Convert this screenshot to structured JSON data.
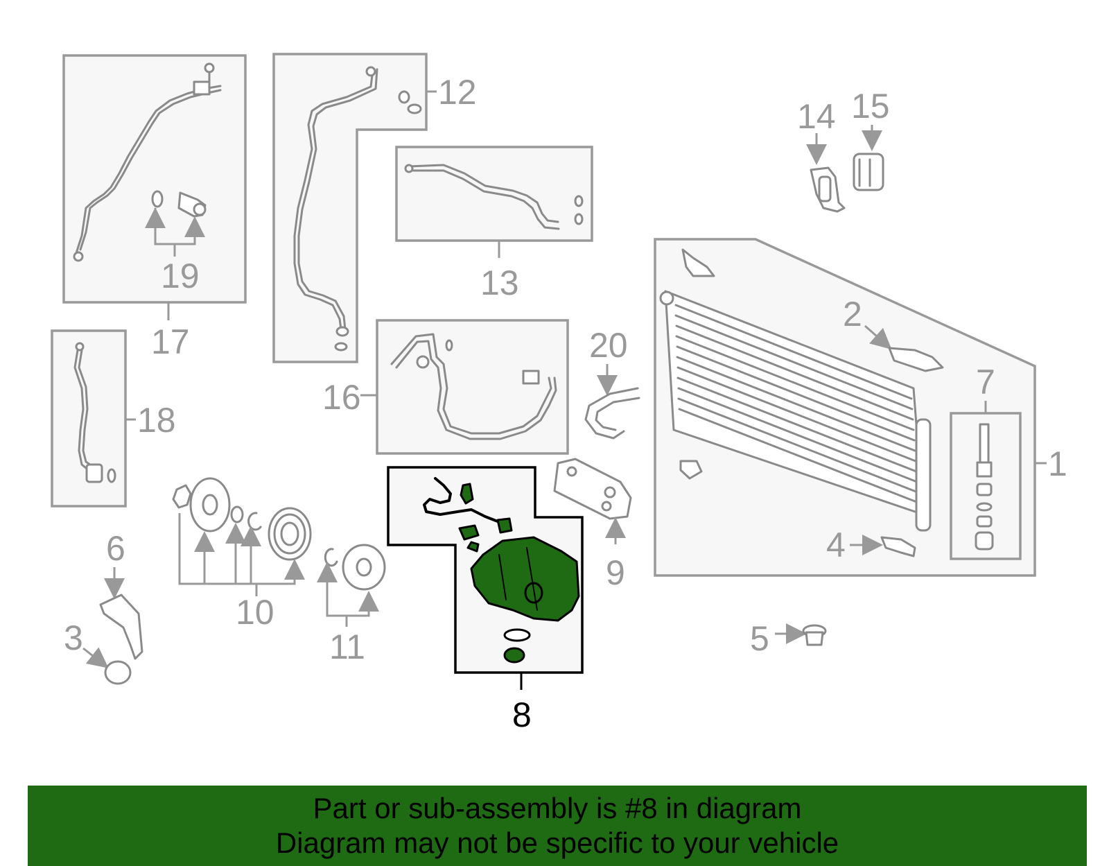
{
  "callouts": {
    "c1": "1",
    "c2": "2",
    "c3": "3",
    "c4": "4",
    "c5": "5",
    "c6": "6",
    "c7": "7",
    "c8": "8",
    "c9": "9",
    "c10": "10",
    "c11": "11",
    "c12": "12",
    "c13": "13",
    "c14": "14",
    "c15": "15",
    "c16": "16",
    "c17": "17",
    "c18": "18",
    "c19": "19",
    "c20": "20"
  },
  "highlighted_part": "8",
  "colors": {
    "highlight": "#1e6b14",
    "outline": "#999999",
    "banner": "#1e6b14"
  },
  "banner": {
    "line1": "Part or sub-assembly is #8 in diagram",
    "line2": "Diagram may not be specific to your vehicle"
  }
}
